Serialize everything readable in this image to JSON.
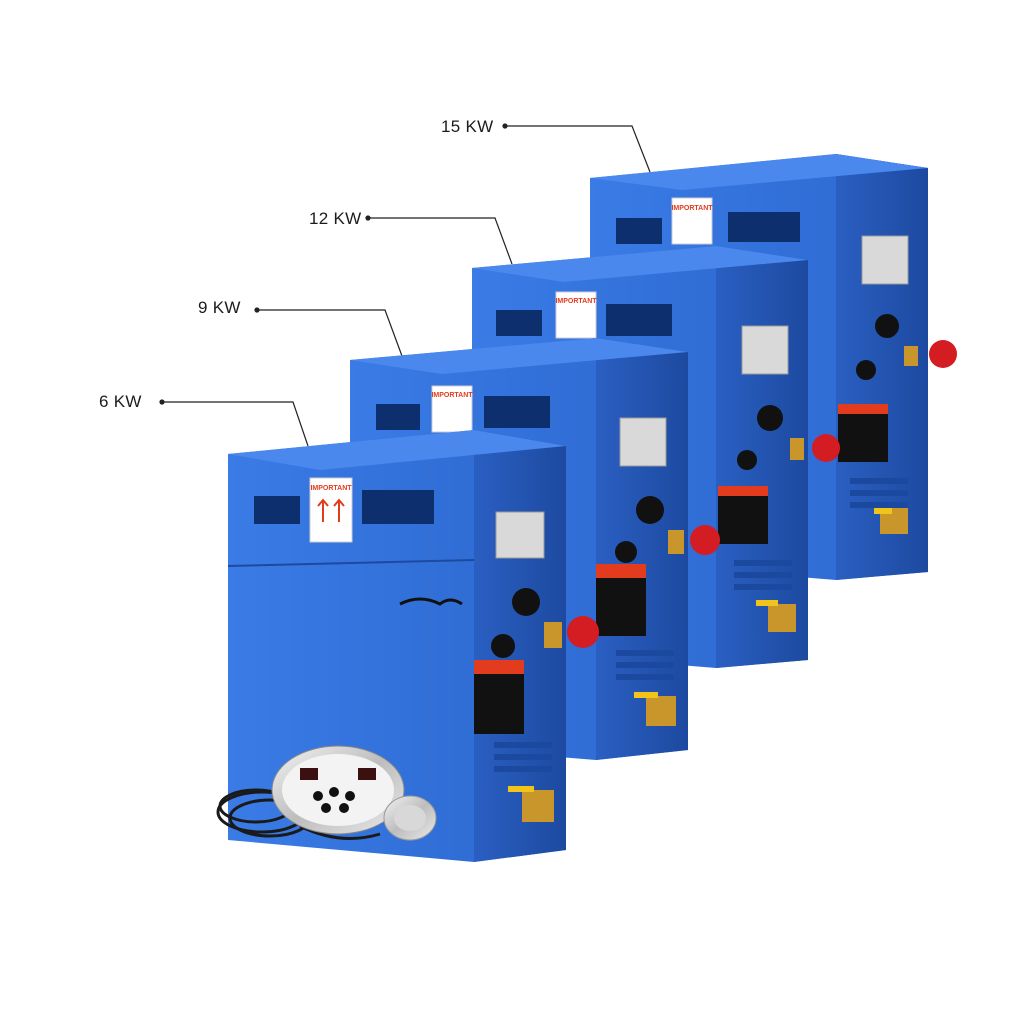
{
  "labels": {
    "kw15": "15 KW",
    "kw12": "12 KW",
    "kw9": "9 KW",
    "kw6": "6 KW"
  },
  "sticker": {
    "important": "IMPORTANT"
  },
  "colors": {
    "unit_blue": "#2f6fd6",
    "unit_dark": "#1f4fa6",
    "sticker_red": "#e23b1e",
    "brass": "#c9962b",
    "valve_yellow": "#f2c318",
    "knob_black": "#111111",
    "cap_red": "#d41d22"
  },
  "icons": [
    "warning-arrow-icon",
    "control-panel",
    "power-cable",
    "steam-outlet-head"
  ]
}
